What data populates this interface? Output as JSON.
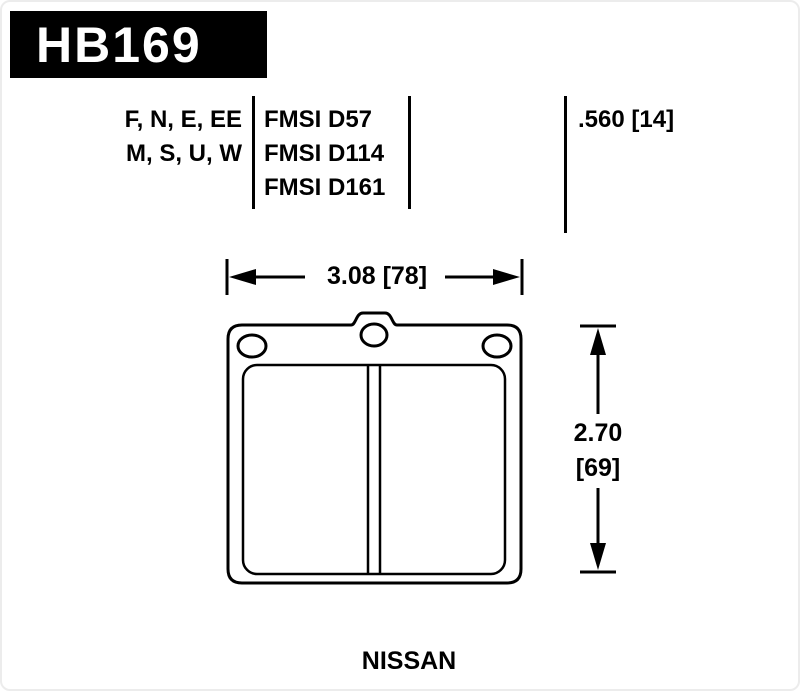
{
  "header": {
    "part_number": "HB169"
  },
  "spec_table": {
    "compounds": [
      "F, N, E, EE",
      "M, S, U, W"
    ],
    "fmsi_numbers": [
      "FMSI D57",
      "FMSI D114",
      "FMSI D161"
    ],
    "pad_thickness": ".560 [14]"
  },
  "dimensions": {
    "width": "3.08 [78]",
    "height_in": "2.70",
    "height_mm": "[69]"
  },
  "footer": {
    "vehicle_make": "NISSAN"
  },
  "colors": {
    "header_bar": "#000000",
    "line": "#000000",
    "background": "#ffffff",
    "header_text": "#ffffff"
  }
}
